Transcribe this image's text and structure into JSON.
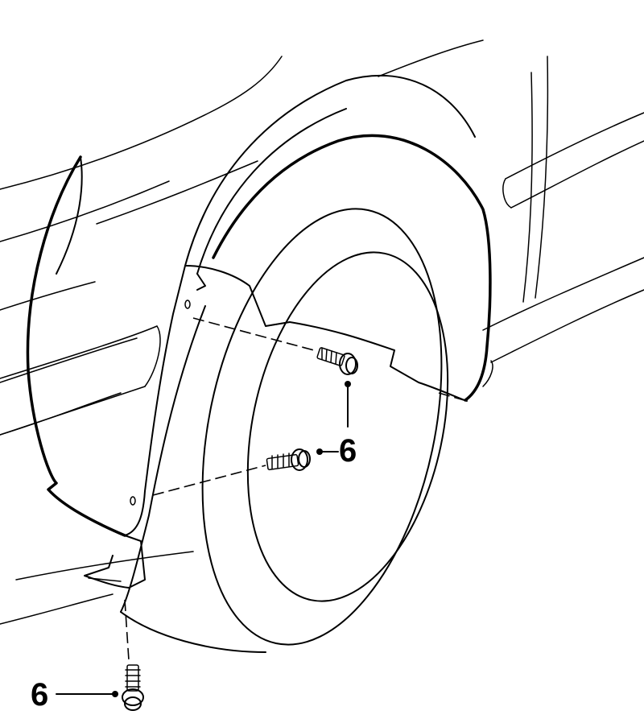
{
  "callouts": [
    {
      "id": "upper-fastener",
      "label": "6"
    },
    {
      "id": "lower-fastener",
      "label": "6"
    }
  ],
  "colors": {
    "line": "#000000",
    "background": "#ffffff"
  }
}
